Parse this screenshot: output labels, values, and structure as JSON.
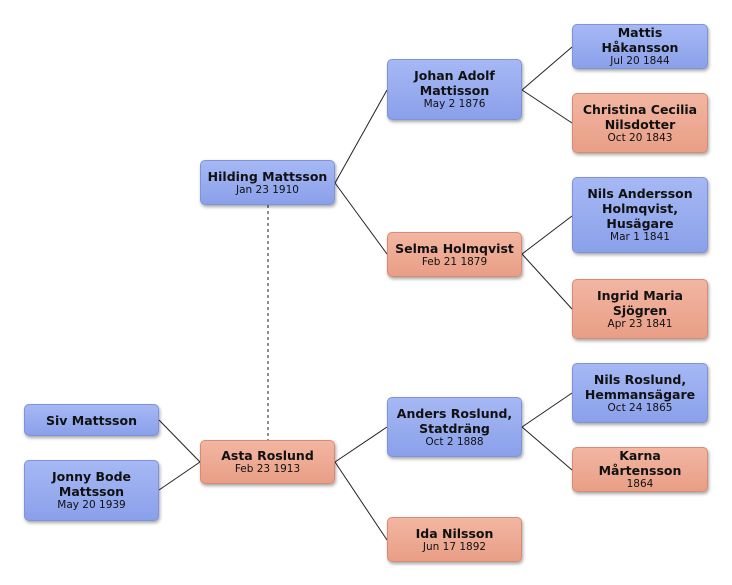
{
  "people": {
    "mattis": {
      "name": "Mattis Håkansson",
      "date": "Jul 20 1844"
    },
    "christina": {
      "name": "Christina Cecilia Nilsdotter",
      "date": "Oct 20 1843"
    },
    "johan": {
      "name": "Johan Adolf Mattisson",
      "date": "May 2 1876"
    },
    "nilsA": {
      "name": "Nils Andersson Holmqvist, Husägare",
      "date": "Mar 1 1841"
    },
    "ingrid": {
      "name": "Ingrid Maria Sjögren",
      "date": "Apr 23 1841"
    },
    "selma": {
      "name": "Selma Holmqvist",
      "date": "Feb 21 1879"
    },
    "hilding": {
      "name": "Hilding Mattsson",
      "date": "Jan 23 1910"
    },
    "siv": {
      "name": "Siv Mattsson",
      "date": ""
    },
    "jonny": {
      "name": "Jonny Bode Mattsson",
      "date": "May 20 1939"
    },
    "asta": {
      "name": "Asta Roslund",
      "date": "Feb 23 1913"
    },
    "anders": {
      "name": "Anders Roslund, Statdräng",
      "date": "Oct 2 1888"
    },
    "nilsR": {
      "name": "Nils Roslund, Hemmansägare",
      "date": "Oct 24 1865"
    },
    "karna": {
      "name": "Karna Mårtensson",
      "date": "1864"
    },
    "ida": {
      "name": "Ida Nilsson",
      "date": "Jun 17 1892"
    }
  },
  "colors": {
    "male": "#8fa4ec",
    "female": "#eba48c",
    "line": "#222222"
  }
}
